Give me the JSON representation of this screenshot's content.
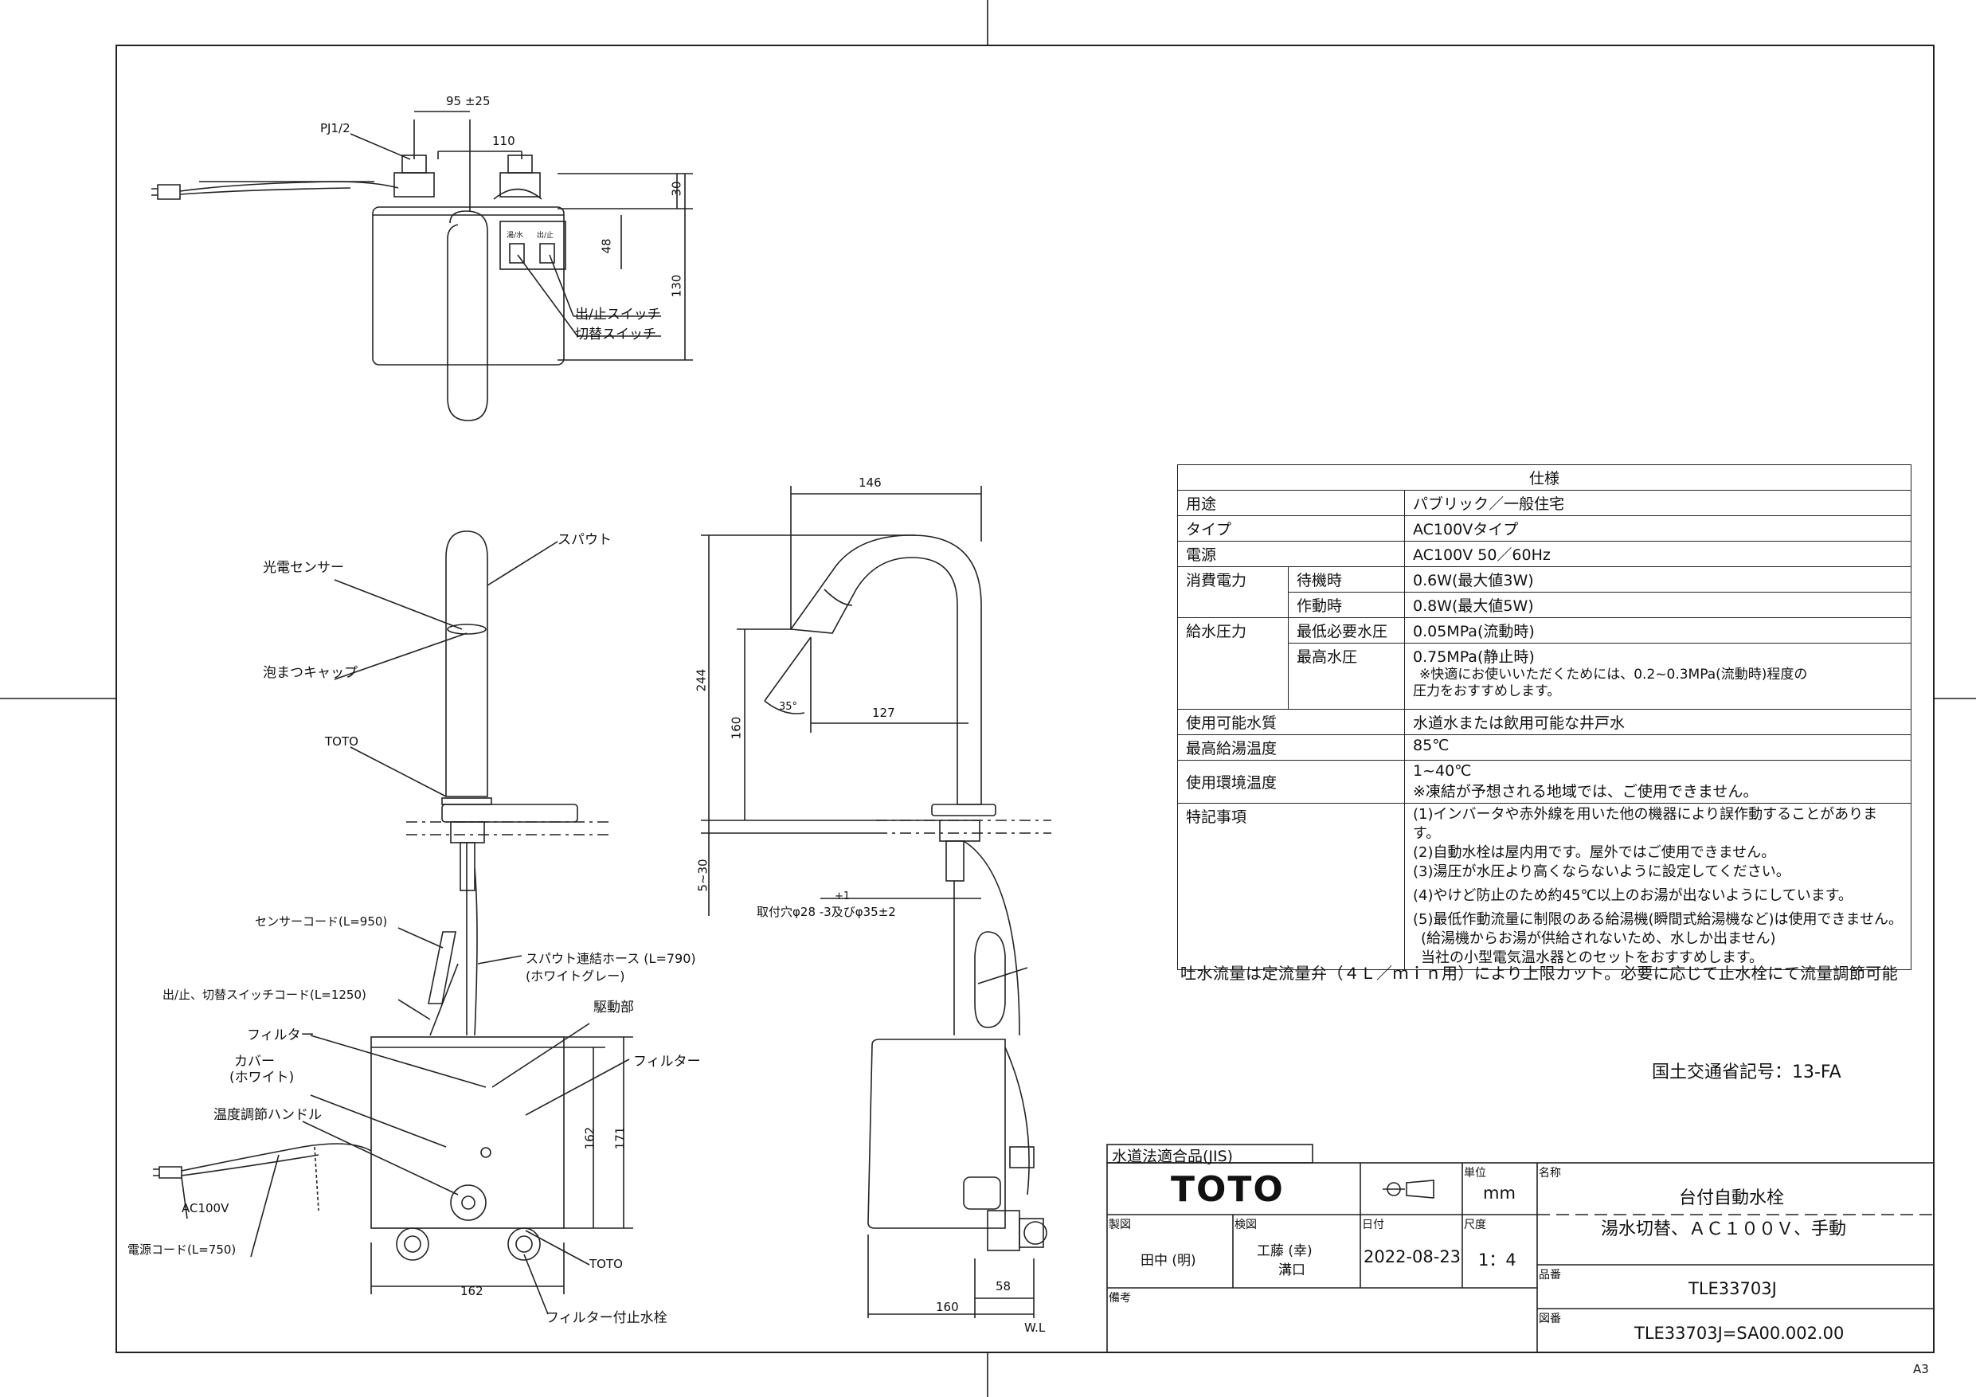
{
  "top_view": {
    "dim_95": "95 ±25",
    "dim_110": "110",
    "dim_30": "30",
    "dim_48": "48",
    "dim_130": "130",
    "pj": "PJ1/2",
    "switch_1": "出/止スイッチ",
    "switch_2": "切替スイッチ"
  },
  "front_view": {
    "spout": "スパウト",
    "sensor": "光電センサー",
    "aerator": "泡まつキャップ",
    "toto": "TOTO",
    "sensor_cord": "センサーコード(L=950)",
    "hose_1": "スパウト連結ホース (L=790)",
    "hose_2": "(ホワイトグレー)",
    "switch_cord": "出/止、切替スイッチコード(L=1250)",
    "drive": "駆動部",
    "filter_left": "フィルター",
    "filter_right": "フィルター",
    "cover_1": "カバー",
    "cover_2": "(ホワイト)",
    "temp_handle": "温度調節ハンドル",
    "ac100v": "AC100V",
    "power_cord": "電源コード(L=750)",
    "toto_bottom": "TOTO",
    "valve": "フィルター付止水栓",
    "dim_162_w": "162",
    "dim_162_h": "162",
    "dim_171": "171"
  },
  "side_view": {
    "dim_146": "146",
    "dim_244": "244",
    "dim_160": "160",
    "dim_127": "127",
    "angle": "35°",
    "dim_5_30": "5~30",
    "hole_tol": "+1",
    "hole": "取付穴φ28 -3及びφ35±2",
    "dim_58": "58",
    "dim_160_b": "160",
    "wl": "W.L"
  },
  "spec": {
    "header": "仕様",
    "rows": {
      "usage_k": "用途",
      "usage_v": "パブリック／一般住宅",
      "type_k": "タイプ",
      "type_v": "AC100Vタイプ",
      "power_k": "電源",
      "power_v": "AC100V 50／60Hz",
      "cons_k": "消費電力",
      "standby_k": "待機時",
      "standby_v": "0.6W(最大値3W)",
      "operate_k": "作動時",
      "operate_v": "0.8W(最大値5W)",
      "press_k": "給水圧力",
      "min_k": "最低必要水圧",
      "min_v": "0.05MPa(流動時)",
      "max_k": "最高水圧",
      "max_v": "0.75MPa(静止時)",
      "max_note_1": "※快適にお使いいただくためには、0.2~0.3MPa(流動時)程度の",
      "max_note_2": "圧力をおすすめします。",
      "water_k": "使用可能水質",
      "water_v": "水道水または飲用可能な井戸水",
      "hot_k": "最高給湯温度",
      "hot_v": "85℃",
      "env_k": "使用環境温度",
      "env_v1": "1~40℃",
      "env_v2": "※凍結が予想される地域では、ご使用できません。",
      "notes_k": "特記事項",
      "note1": "(1)インバータや赤外線を用いた他の機器により誤作動することがあります。",
      "note2": "(2)自動水栓は屋内用です。屋外ではご使用できません。",
      "note3": "(3)湯圧が水圧より高くならないように設定してください。",
      "note4": "(4)やけど防止のため約45℃以上のお湯が出ないようにしています。",
      "note5": "(5)最低作動流量に制限のある給湯機(瞬間式給湯機など)は使用できません。",
      "note6": "(給湯機からお湯が供給されないため、水しか出ません)",
      "note7": "当社の小型電気温水器とのセットをおすすめします。"
    }
  },
  "flow_note": "吐水流量は定流量弁（４Ｌ／ｍｉｎ用）により上限カット。必要に応じて止水栓にて流量調節可能",
  "mlit": "国土交通省記号：13-FA",
  "title_block": {
    "jis": "水道法適合品(JIS)",
    "logo": "TOTO",
    "unit_label": "単位",
    "unit": "mm",
    "name_label": "名称",
    "name": "台付自動水栓",
    "subname": "湯水切替、ＡＣ１００Ｖ、手動",
    "drawn_label": "製図",
    "drawn": "田中 (明)",
    "check_label": "検図",
    "check_1": "工藤 (幸)",
    "check_2": "溝口",
    "date_label": "日付",
    "date": "2022-08-23",
    "scale_label": "尺度",
    "scale": "1：4",
    "partno_label": "品番",
    "partno": "TLE33703J",
    "remarks_label": "備考",
    "drawno_label": "図番",
    "drawno": "TLE33703J=SA00.002.00"
  },
  "sheet_size": "A3"
}
